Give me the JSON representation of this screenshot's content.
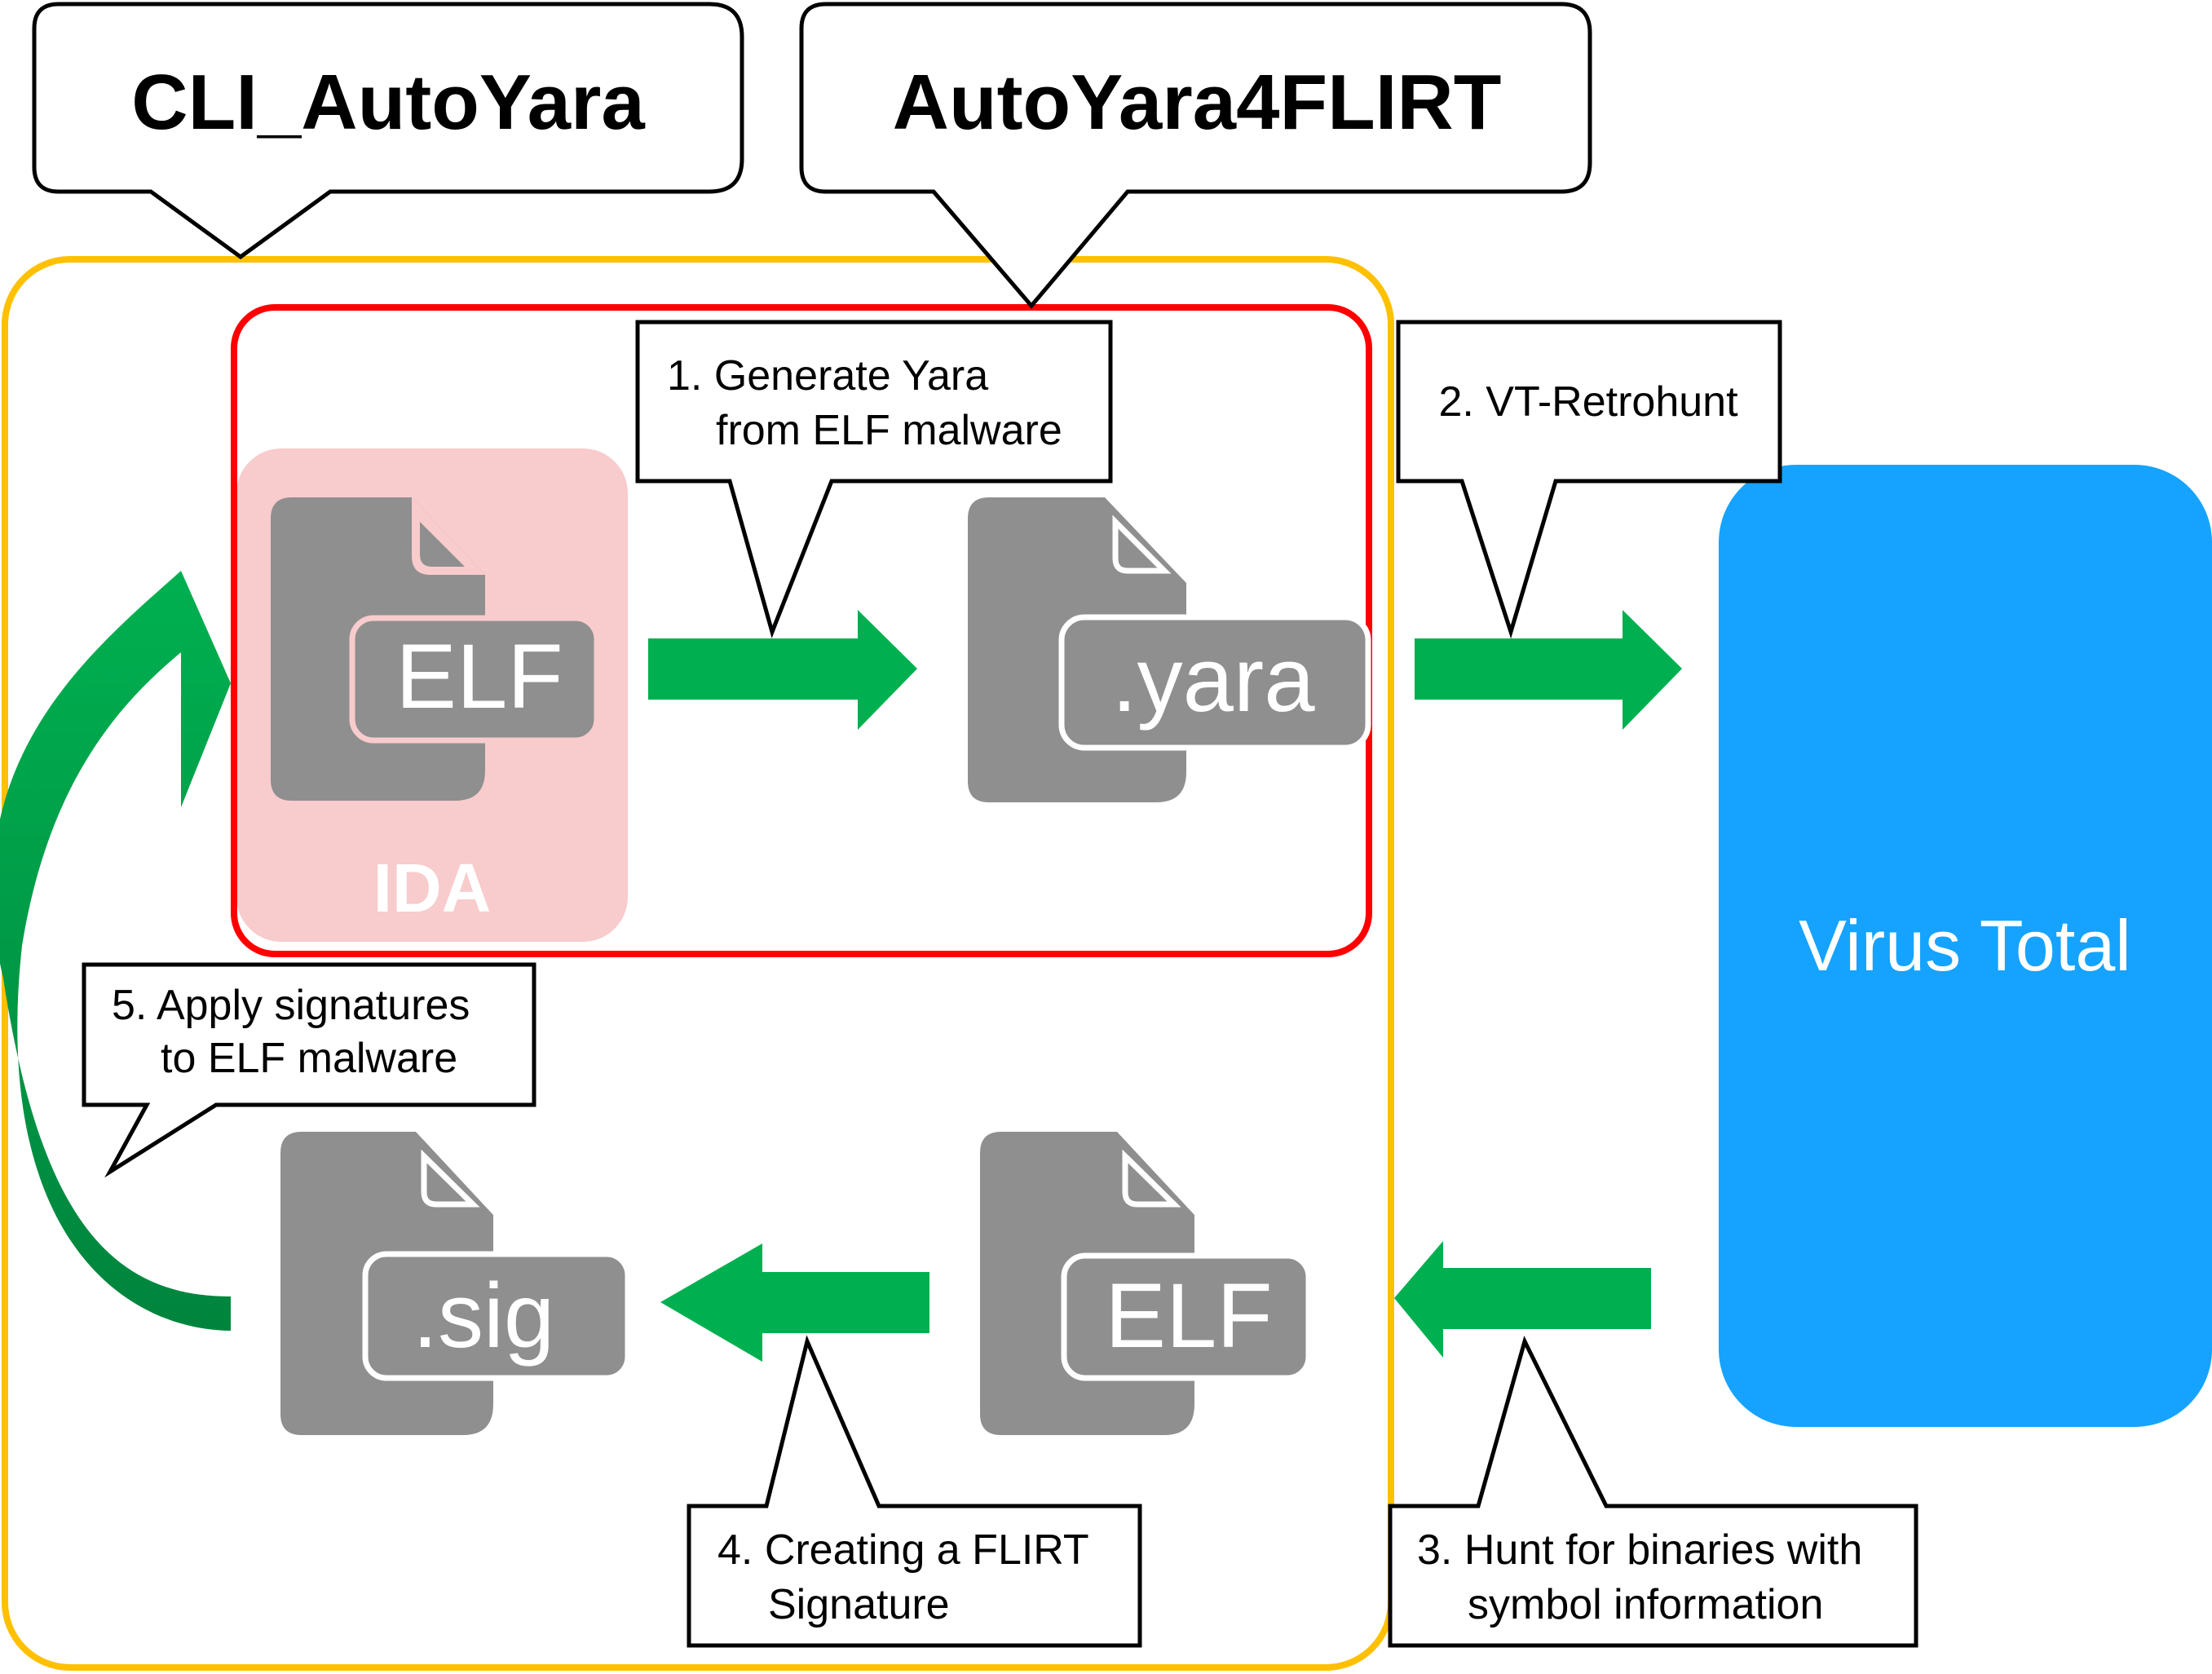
{
  "tools": {
    "cli_autoyara": "CLI_AutoYara",
    "autoyara4flirt": "AutoYara4FLIRT"
  },
  "ida_label": "IDA",
  "virustotal_label": "Virus Total",
  "files": {
    "elf_input": "ELF",
    "yara": ".yara",
    "elf_hunted": "ELF",
    "sig": ".sig"
  },
  "steps": {
    "step1": [
      "1. Generate Yara",
      "from ELF malware"
    ],
    "step2": [
      "2. VT-Retrohunt"
    ],
    "step3": [
      "3. Hunt for binaries with",
      "symbol information"
    ],
    "step4": [
      "4. Creating a FLIRT",
      "Signature"
    ],
    "step5": [
      "5. Apply signatures",
      "to ELF malware"
    ]
  },
  "colors": {
    "orange_frame": "#FFC000",
    "red_frame": "#FF0000",
    "ida_bg": "#F8CBCC",
    "arrow_green": "#00B050",
    "file_gray": "#8F8F8F",
    "virustotal_blue": "#15A3FF"
  }
}
